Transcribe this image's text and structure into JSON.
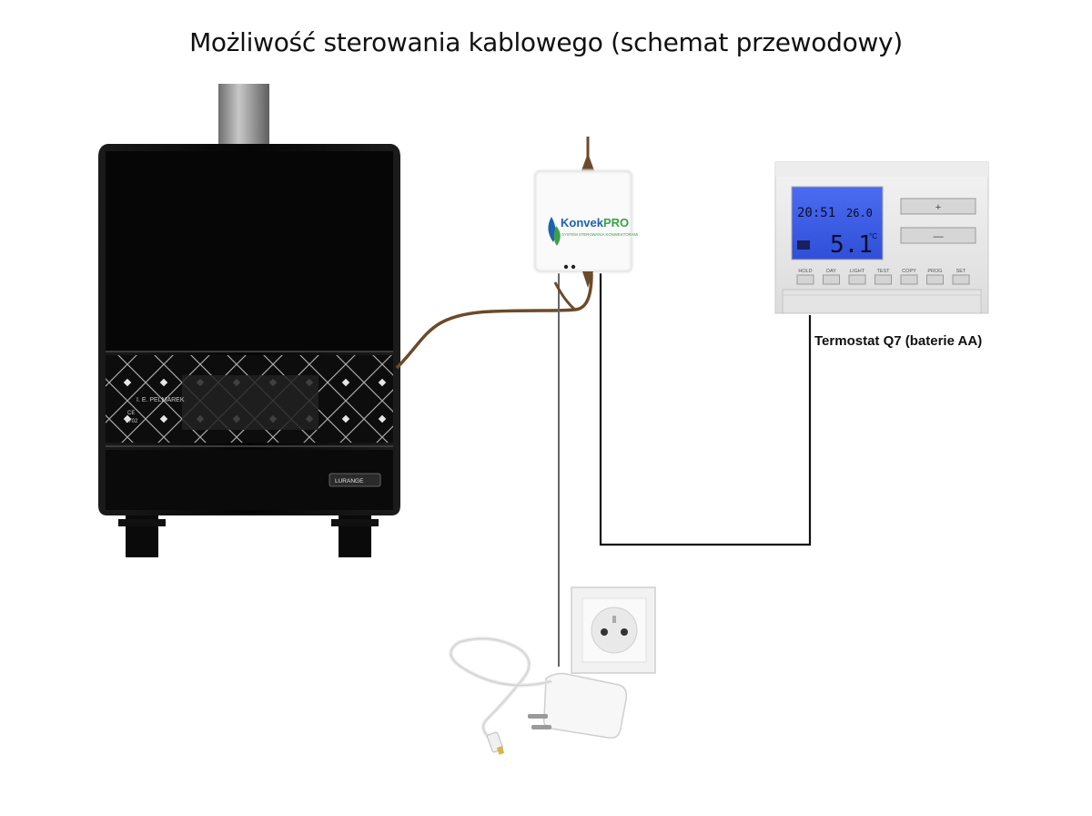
{
  "title": "Możliwość sterowania kablowego (schemat przewodowy)",
  "heater": {
    "panel_text_1": "I. E. PELMAREK",
    "panel_text_2": "CE",
    "panel_text_3": "2702",
    "badge_text": "LURANGE"
  },
  "controller": {
    "brand_konvek": "Konvek",
    "brand_pro": "PRO",
    "tagline": "SYSTEM STEROWANIA KONWEKTORAMI"
  },
  "thermostat": {
    "caption": "Termostat Q7 (baterie AA)",
    "lcd_time": "20:51",
    "lcd_set": "26.0",
    "lcd_temp": "5.1",
    "lcd_unit": "°C",
    "button_plus": "+",
    "button_minus": "—",
    "buttons": [
      "HOLD",
      "DAY",
      "LIGHT",
      "TEST",
      "COPY",
      "PROG",
      "SET"
    ]
  },
  "colors": {
    "heater_body": "#0b0b0b",
    "brown_cable": "#6b4a2b",
    "thermostat_wire": "#111111",
    "controller_blue": "#1c62b0",
    "controller_green": "#3aa04a",
    "lcd_blue": "#3a5de8"
  }
}
